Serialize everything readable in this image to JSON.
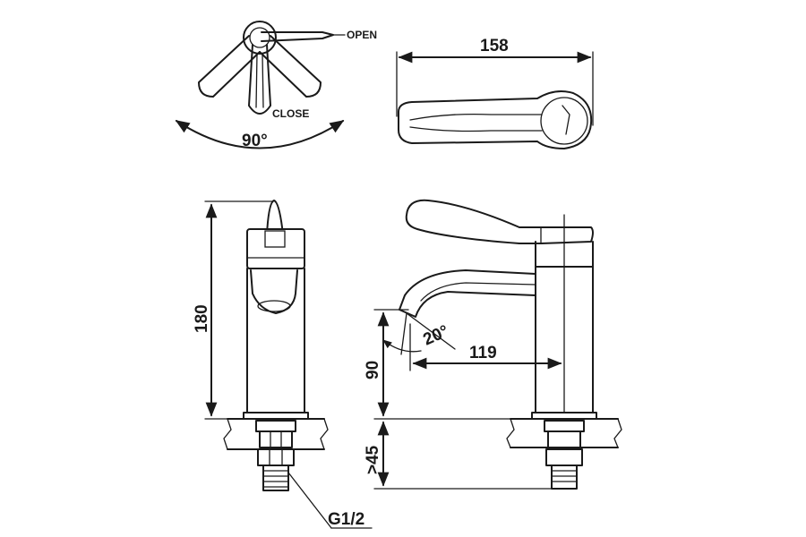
{
  "top_view": {
    "open_label": "OPEN",
    "close_label": "CLOSE",
    "rotation_angle": "90°"
  },
  "side_top_view": {
    "length_dim": "158"
  },
  "front_view": {
    "height_dim": "180",
    "thread_label": "G1/2"
  },
  "side_view": {
    "spout_angle": "20°",
    "reach_dim": "119",
    "spout_height_dim": "90",
    "mount_dim": ">45"
  }
}
